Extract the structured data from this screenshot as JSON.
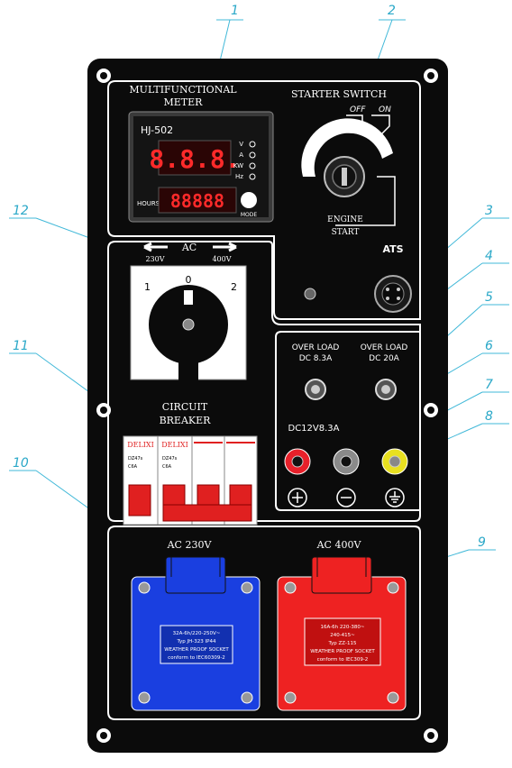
{
  "callouts": [
    "1",
    "2",
    "3",
    "4",
    "5",
    "6",
    "7",
    "8",
    "9",
    "10",
    "11",
    "12"
  ],
  "meter": {
    "section_label_1": "MULTIFUNCTIONAL",
    "section_label_2": "METER",
    "model": "HJ-502",
    "digits_top": "8.8.8.",
    "digits_bottom": "88888",
    "indicators": [
      "V",
      "A",
      "KW",
      "Hz"
    ],
    "hours_label": "HOURS",
    "mode_label": "MODE"
  },
  "starter": {
    "title": "STARTER SWITCH",
    "off_label": "OFF",
    "on_label": "ON",
    "engine_label": "ENGINE",
    "start_label": "START",
    "ats_label": "ATS"
  },
  "selector": {
    "ac_label": "AC",
    "left_voltage": "230V",
    "right_voltage": "400V",
    "positions": [
      "1",
      "0",
      "2"
    ]
  },
  "overload": {
    "left_title": "OVER LOAD",
    "left_rating": "DC 8.3A",
    "right_title": "OVER LOAD",
    "right_rating": "DC 20A"
  },
  "dc": {
    "label": "DC12V8.3A",
    "terminal_colors": [
      "#e8202a",
      "#8a8a8a",
      "#e8e020"
    ],
    "symbols": [
      "+",
      "−",
      "⏚"
    ]
  },
  "breaker": {
    "title_1": "CIRCUIT",
    "title_2": "BREAKER",
    "brand": "DELIXI",
    "model": "DZ47s",
    "rating": "C6A"
  },
  "sockets": {
    "left_title": "AC 230V",
    "left_color": "#1a3fe0",
    "left_label": [
      "32A-6h/220-250V~",
      "Typ JH-323 IP44",
      "WEATHER PROOF SOCKET",
      "conform to IEC60309-2"
    ],
    "right_title": "AC 400V",
    "right_color": "#ee2222",
    "right_label": [
      "16A-6h 220-380~",
      "240-415~",
      "Typ ZZ-115",
      "WEATHER PROOF SOCKET",
      "conform to IEC309-2"
    ]
  }
}
